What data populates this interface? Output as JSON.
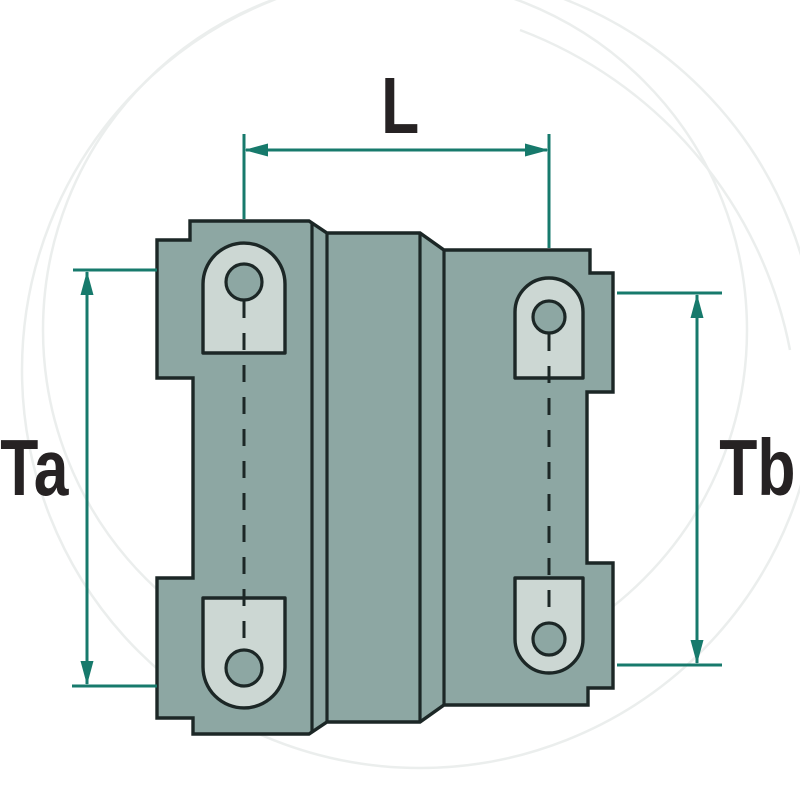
{
  "labels": {
    "L": "L",
    "Ta": "Ta",
    "Tb": "Tb"
  },
  "colors": {
    "background": "#ffffff",
    "body_fill": "#8da7a3",
    "lug_fill": "#ccd7d3",
    "outline": "#1c2726",
    "dimension_lines": "#177a6c",
    "label_text": "#262223"
  }
}
